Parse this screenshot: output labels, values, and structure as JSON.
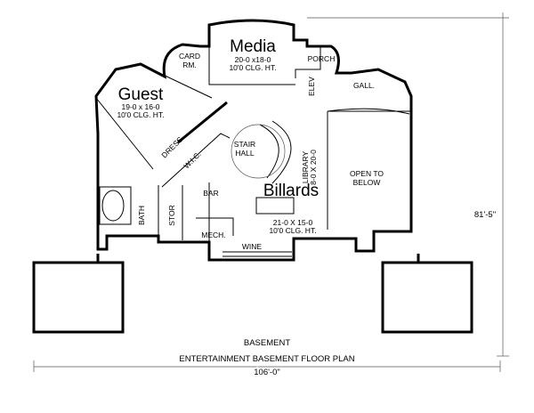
{
  "rooms": {
    "media": {
      "name": "Media",
      "size": "20-0 x18-0",
      "ceiling": "10'0 CLG. HT."
    },
    "card_room": {
      "line1": "CARD",
      "line2": "RM."
    },
    "porch": "PORCH",
    "elevator": "ELEV",
    "gallery": "GALL.",
    "guest": {
      "name": "Guest",
      "size": "19-0 x 16-0",
      "ceiling": "10'0 CLG. HT."
    },
    "dress": "DRESS",
    "wic": "W.I.C.",
    "stair_hall": {
      "line1": "STAIR",
      "line2": "HALL"
    },
    "library": {
      "line1": "LIBRARY",
      "line2": "8-0 X 20-0"
    },
    "open_to_below": {
      "line1": "OPEN TO",
      "line2": "BELOW"
    },
    "bar": "BAR",
    "bath": "BATH",
    "storage": "STOR",
    "billiards": {
      "name": "Billards",
      "size": "21-0 X 15-0",
      "ceiling": "10'0 CLG. HT."
    },
    "mech": "MECH.",
    "wine": "WINE"
  },
  "dimensions": {
    "depth": "81'-5\"",
    "width": "106'-0\""
  },
  "captions": {
    "level": "BASEMENT",
    "title": "ENTERTAINMENT BASEMENT FLOOR PLAN"
  }
}
